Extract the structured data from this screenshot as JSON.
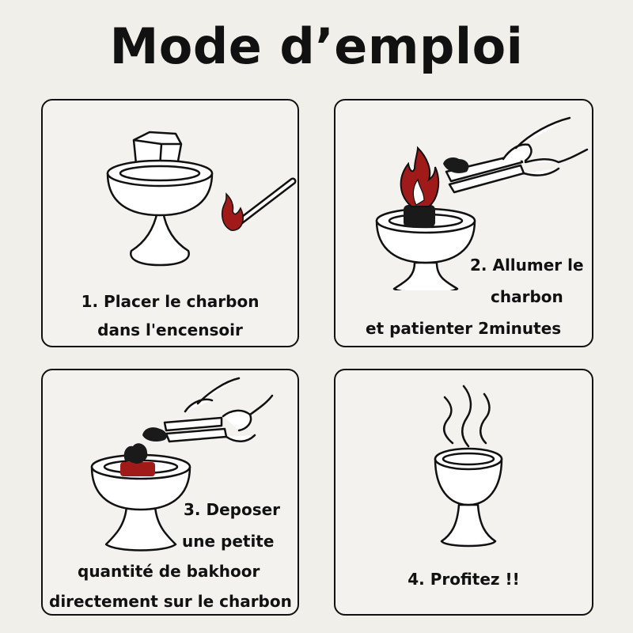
{
  "title": "Mode d’emploi",
  "steps": [
    {
      "lines": [
        "1. Placer le charbon",
        "dans l'encensoir"
      ]
    },
    {
      "lines": [
        "2. Allumer le",
        "charbon",
        "et patienter 2minutes"
      ]
    },
    {
      "lines": [
        "3. Deposer",
        "une petite",
        "quantité de bakhoor",
        "directement sur le charbon"
      ]
    },
    {
      "lines": [
        "4. Profitez !!"
      ]
    }
  ],
  "colors": {
    "ink": "#111111",
    "flame": "#a11a1a",
    "background": "#f1efea"
  },
  "icons": [
    "incense-burner-icon",
    "charcoal-cube-icon",
    "match-icon",
    "flame-icon",
    "tongs-hand-icon",
    "bakhoor-icon",
    "smoke-icon"
  ]
}
